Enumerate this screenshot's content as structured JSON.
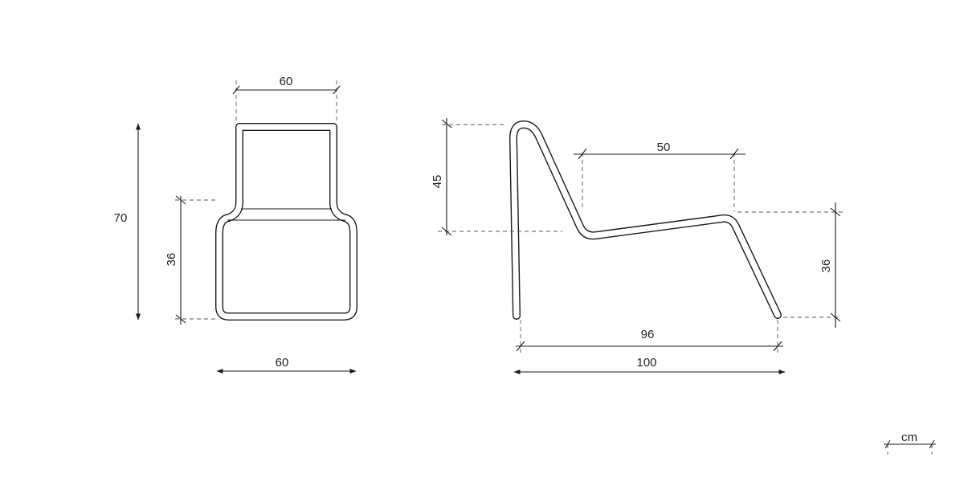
{
  "drawing": {
    "front_view": {
      "top_width": "60",
      "overall_height": "70",
      "seat_height": "36",
      "bottom_width": "60"
    },
    "side_view": {
      "backrest_height": "45",
      "seat_depth": "50",
      "seat_height": "36",
      "base_length": "96",
      "overall_length": "100"
    },
    "scale_unit": "cm"
  }
}
